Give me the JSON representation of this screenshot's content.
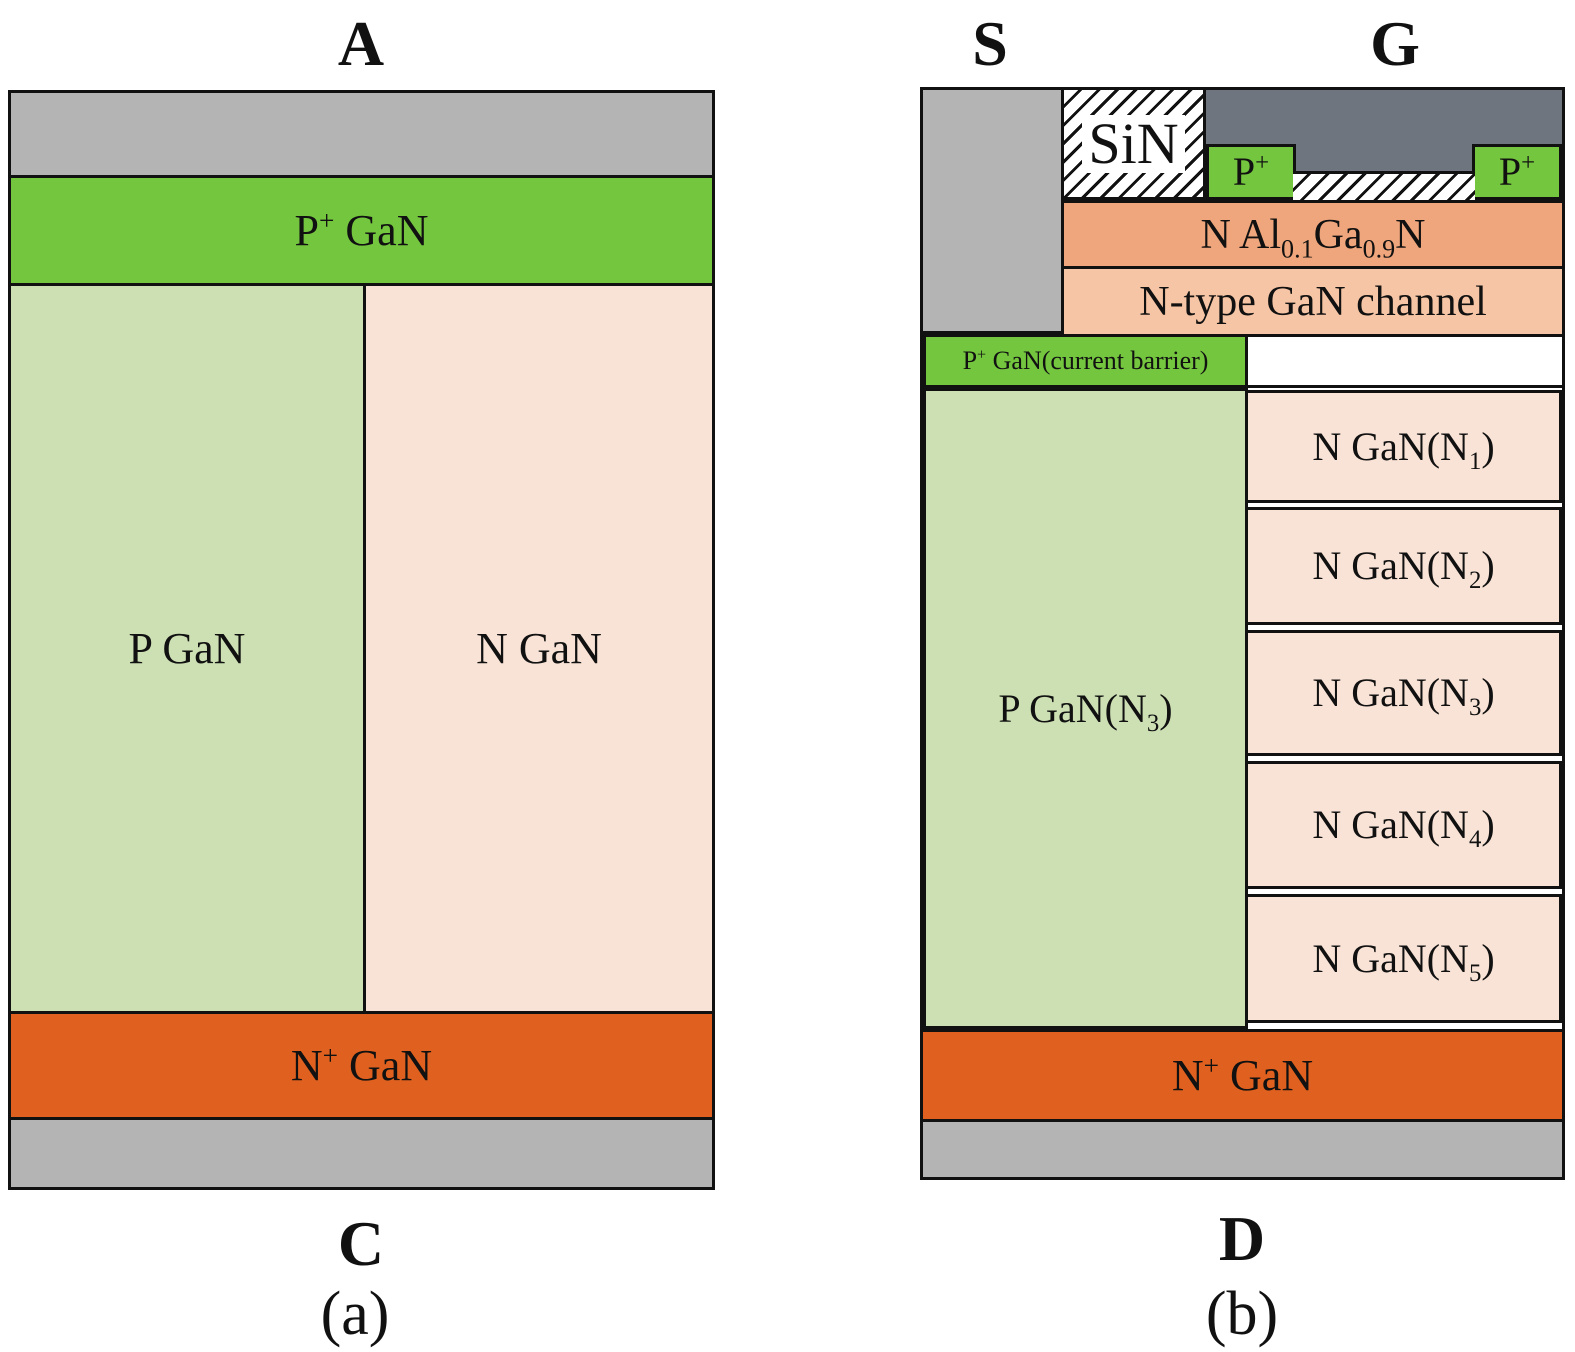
{
  "figure": {
    "description": "Cross-section schematics of two vertical GaN power devices",
    "colors": {
      "metal_gray": "#b4b4b4",
      "bright_green": "#74c63e",
      "light_green": "#cde0b4",
      "light_pink": "#f9e3d6",
      "orange": "#e0611f",
      "algan_salmon": "#f0a67c",
      "channel_peach": "#f6c5a5",
      "gate_slate": "#6e757e",
      "border_black": "#111111",
      "sin_white": "#ffffff"
    }
  },
  "panel_a": {
    "electrode_top": "A",
    "electrode_bottom": "C",
    "caption": "(a)",
    "layer_p_plus": [
      {
        "text": "P"
      },
      {
        "text": "+",
        "style": "sup"
      },
      {
        "text": " GaN"
      }
    ],
    "layer_p": "P GaN",
    "layer_n": "N GaN",
    "layer_n_plus": [
      {
        "text": "N"
      },
      {
        "text": "+",
        "style": "sup"
      },
      {
        "text": " GaN"
      }
    ]
  },
  "panel_b": {
    "electrode_source": "S",
    "electrode_gate": "G",
    "electrode_drain": "D",
    "caption": "(b)",
    "sin_label": "SiN",
    "p_plus_left": [
      {
        "text": "P"
      },
      {
        "text": "+",
        "style": "sup"
      }
    ],
    "p_plus_right": [
      {
        "text": "P"
      },
      {
        "text": "+",
        "style": "sup"
      }
    ],
    "algan_label": [
      {
        "text": "N Al"
      },
      {
        "text": "0.1",
        "style": "sub"
      },
      {
        "text": "Ga"
      },
      {
        "text": "0.9",
        "style": "sub"
      },
      {
        "text": "N"
      }
    ],
    "channel_label": "N-type GaN channel",
    "current_barrier_label": [
      {
        "text": "P"
      },
      {
        "text": "+",
        "style": "sup"
      },
      {
        "text": " GaN(current barrier)"
      }
    ],
    "p_pillar_label": [
      {
        "text": "P GaN(N"
      },
      {
        "text": "3",
        "style": "sub"
      },
      {
        "text": ")"
      }
    ],
    "n_layers": [
      [
        {
          "text": "N GaN(N"
        },
        {
          "text": "1",
          "style": "sub"
        },
        {
          "text": ")"
        }
      ],
      [
        {
          "text": "N GaN(N"
        },
        {
          "text": "2",
          "style": "sub"
        },
        {
          "text": ")"
        }
      ],
      [
        {
          "text": "N GaN(N"
        },
        {
          "text": "3",
          "style": "sub"
        },
        {
          "text": ")"
        }
      ],
      [
        {
          "text": "N GaN(N"
        },
        {
          "text": "4",
          "style": "sub"
        },
        {
          "text": ")"
        }
      ],
      [
        {
          "text": "N GaN(N"
        },
        {
          "text": "5",
          "style": "sub"
        },
        {
          "text": ")"
        }
      ]
    ],
    "layer_n_plus": [
      {
        "text": "N"
      },
      {
        "text": "+",
        "style": "sup"
      },
      {
        "text": " GaN"
      }
    ]
  }
}
